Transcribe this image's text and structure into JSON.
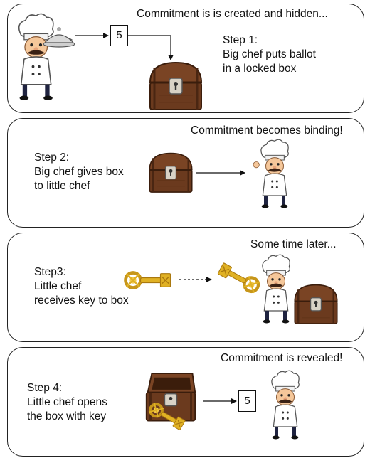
{
  "panels": [
    {
      "header": "Commitment is is created and hidden...",
      "step_lines": [
        "Step 1:",
        "Big chef puts ballot",
        "in a locked box"
      ],
      "ballot_value": "5"
    },
    {
      "header": "Commitment becomes binding!",
      "step_lines": [
        "Step 2:",
        "Big chef gives box",
        "to little chef"
      ]
    },
    {
      "header": "Some time later...",
      "step_lines": [
        "Step3:",
        "Little chef",
        "receives key to box"
      ]
    },
    {
      "header": "Commitment is revealed!",
      "step_lines": [
        "Step 4:",
        "Little chef opens",
        "the box with key"
      ],
      "ballot_value": "5"
    }
  ],
  "colors": {
    "box_brown": "#6b3a1e",
    "key_gold": "#e0b124",
    "chef_coat": "#ffffff",
    "neckerchief": "#c0392b"
  }
}
